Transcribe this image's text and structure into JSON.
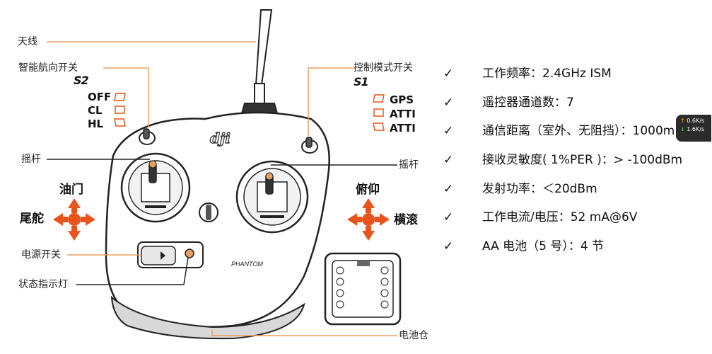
{
  "labels": {
    "antenna": "天线",
    "s2_switch": "智能航向开关",
    "s1_switch": "控制模式开关",
    "stick_left": "摇杆",
    "stick_right": "摇杆",
    "power_switch": "电源开关",
    "status_led": "状态指示灯",
    "battery": "电池仓"
  },
  "switch_logos": {
    "s2": "S2",
    "s1": "S1"
  },
  "s2_modes": [
    "OFF",
    "CL",
    "HL"
  ],
  "s1_modes": [
    "GPS",
    "ATTI",
    "ATTI"
  ],
  "directions": {
    "throttle": "油门",
    "rudder": "尾舵",
    "pitch": "俯仰",
    "roll": "横滚"
  },
  "brand": {
    "dji": "dji",
    "phantom": "PHANTOM"
  },
  "specs": [
    {
      "check": "✓",
      "text": "工作频率：2.4GHz ISM"
    },
    {
      "check": "✓",
      "text": "遥控器通道数：7"
    },
    {
      "check": "✓",
      "text": "通信距离（室外、无阻挡）：1000m"
    },
    {
      "check": "✓",
      "text": "接收灵敏度( 1%PER )：> -100dBm"
    },
    {
      "check": "✓",
      "text": "发射功率：＜20dBm"
    },
    {
      "check": "✓",
      "text": "工作电流/电压：52 mA@6V"
    },
    {
      "check": "✓",
      "text": "AA 电池（5 号）：4 节"
    }
  ],
  "network_widget": {
    "upload": "0.6K/s",
    "download": "1.6K/s"
  },
  "colors": {
    "accent": "#e8541c",
    "leader": "#e8a060",
    "line": "#222222"
  }
}
